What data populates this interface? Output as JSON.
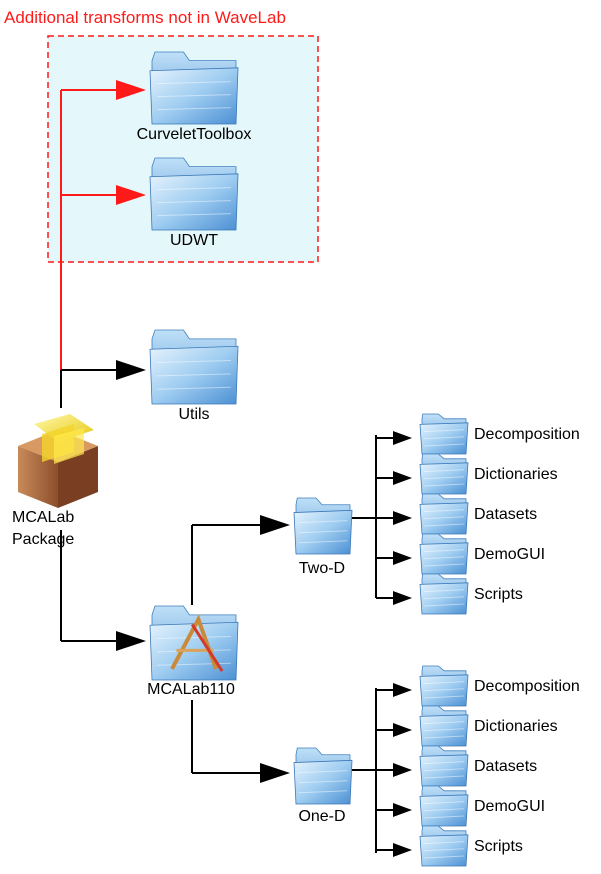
{
  "title": "Additional transforms not in WaveLab",
  "colors": {
    "accent": "#ff1a1a",
    "folder_light": "#d8ecfb",
    "folder_mid": "#8fc3ee",
    "folder_dark": "#4d8fd0",
    "highlight_box": "#e4f7fa",
    "connector": "#000000"
  },
  "extra_folders": [
    {
      "label": "CurveletToolbox",
      "icon": "folder-icon"
    },
    {
      "label": "UDWT",
      "icon": "folder-icon"
    }
  ],
  "utils_folder": {
    "label": "Utils",
    "icon": "folder-icon"
  },
  "package": {
    "line1": "MCALab",
    "line2": "Package",
    "icon": "package-box-icon"
  },
  "main_folder": {
    "label": "MCALab110",
    "icon": "application-folder-icon"
  },
  "two_d": {
    "label": "Two-D",
    "children": [
      "Decomposition",
      "Dictionaries",
      "Datasets",
      "DemoGUI",
      "Scripts"
    ]
  },
  "one_d": {
    "label": "One-D",
    "children": [
      "Decomposition",
      "Dictionaries",
      "Datasets",
      "DemoGUI",
      "Scripts"
    ]
  }
}
